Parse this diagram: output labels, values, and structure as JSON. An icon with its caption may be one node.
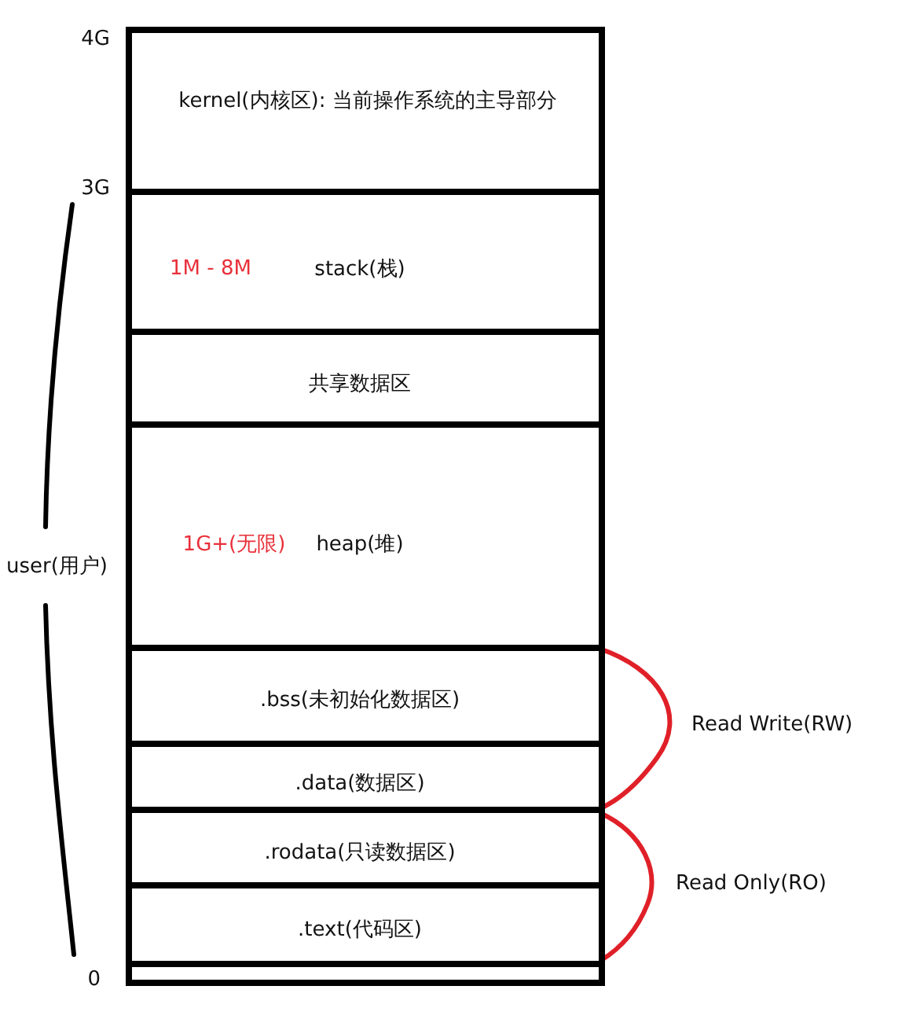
{
  "diagram": {
    "nodes": [
      {
        "text": [
          "kernel(内核区): 当前操作系统的主导部分"
        ]
      },
      {
        "text": [
          "1M - 8M",
          "stack(栈)"
        ]
      },
      {
        "text": [
          "共享数据区"
        ]
      },
      {
        "text": [
          "1G+(无限)",
          "heap(堆)"
        ]
      },
      {
        "text": [
          ".bss(未初始化数据区)"
        ]
      },
      {
        "text": [
          ".data(数据区)"
        ]
      },
      {
        "text": [
          ".rodata(只读数据区)"
        ]
      },
      {
        "text": [
          ".text(代码区)"
        ]
      },
      {
        "text": [],
        "shape": "box"
      }
    ],
    "labels": [
      "4G",
      "3G",
      "user(用户)",
      "0",
      "Read Write(RW)",
      "Read Only(RO)"
    ]
  }
}
